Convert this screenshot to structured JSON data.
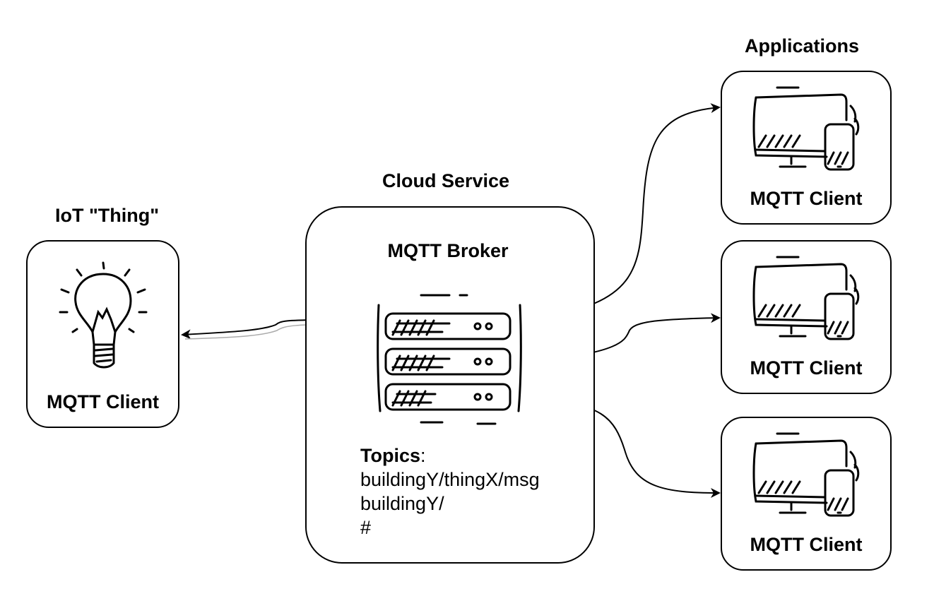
{
  "titles": {
    "iot_thing": "IoT \"Thing\"",
    "cloud_service": "Cloud Service",
    "applications": "Applications"
  },
  "iot": {
    "client_label": "MQTT Client",
    "icon": "lightbulb-icon"
  },
  "broker": {
    "label": "MQTT Broker",
    "icon": "server-icon",
    "topics_heading": "Topics",
    "topics_colon": ":",
    "topics": [
      "buildingY/thingX/msg",
      "buildingY/",
      "#"
    ]
  },
  "apps": [
    {
      "client_label": "MQTT Client",
      "icon": "desktop-phone-icon"
    },
    {
      "client_label": "MQTT Client",
      "icon": "desktop-phone-icon"
    },
    {
      "client_label": "MQTT Client",
      "icon": "desktop-phone-icon"
    }
  ]
}
